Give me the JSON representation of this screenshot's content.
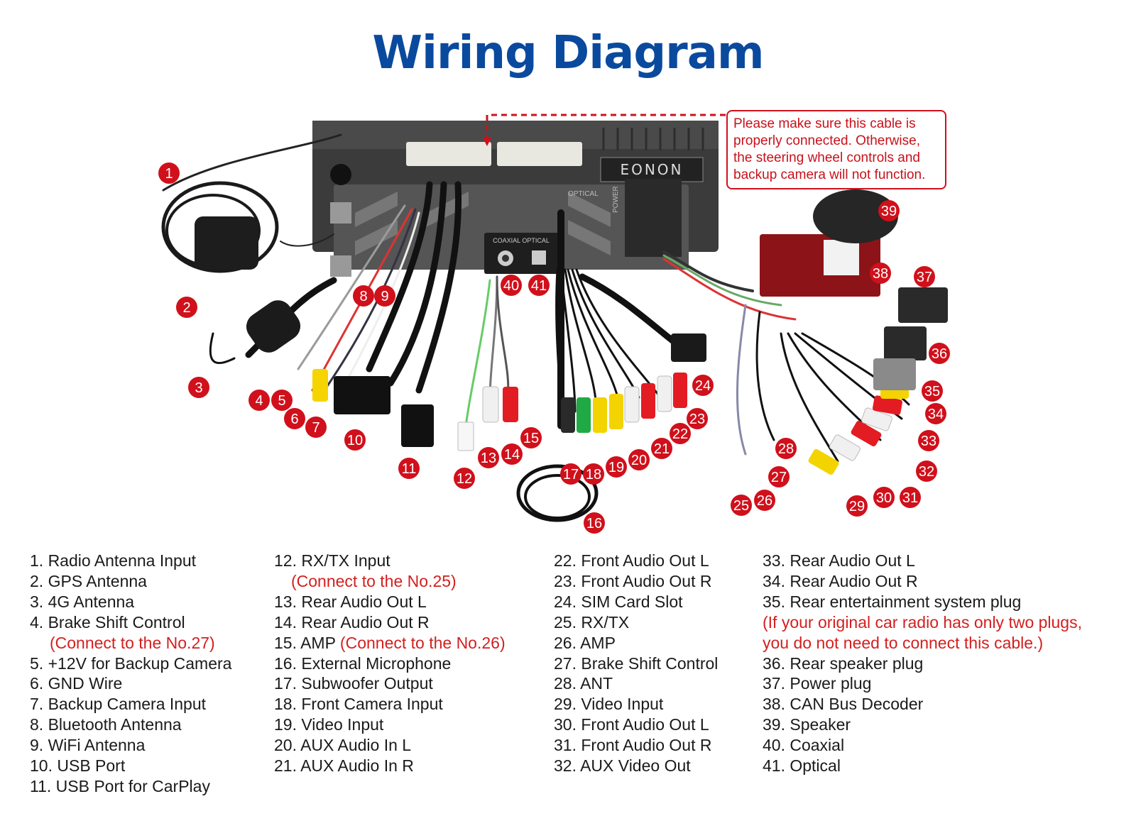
{
  "title": "Wiring Diagram",
  "brand": "EONON",
  "port_labels": {
    "optical": "OPTICAL",
    "coaxial_optical": "COAXIAL OPTICAL",
    "power": "POWER"
  },
  "note": "Please make sure this cable is properly connected. Otherwise, the steering wheel controls and backup camera will not function.",
  "colors": {
    "title": "#0a4a9e",
    "badge": "#d0101b",
    "note": "#c8111a",
    "accent_red": "#d41f1f"
  },
  "legend": {
    "col1": [
      {
        "text": "1. Radio Antenna Input"
      },
      {
        "text": "2. GPS Antenna"
      },
      {
        "text": "3. 4G Antenna"
      },
      {
        "text": "4. Brake Shift Control"
      },
      {
        "text": "(Connect to the No.27)",
        "red": true
      },
      {
        "text": "5. +12V for Backup Camera"
      },
      {
        "text": "6. GND Wire"
      },
      {
        "text": "7. Backup Camera Input"
      },
      {
        "text": "8. Bluetooth Antenna"
      },
      {
        "text": "9. WiFi Antenna"
      },
      {
        "text": "10. USB Port"
      },
      {
        "text": "11. USB Port for CarPlay"
      }
    ],
    "col2": [
      {
        "text": "12. RX/TX Input"
      },
      {
        "text": "(Connect to the No.25)",
        "red": true
      },
      {
        "text": "13. Rear Audio Out L"
      },
      {
        "text": "14. Rear Audio Out R"
      },
      {
        "text": "15. AMP",
        "extra": "(Connect to the No.26)"
      },
      {
        "text": "16. External Microphone"
      },
      {
        "text": "17. Subwoofer Output"
      },
      {
        "text": "18. Front Camera Input"
      },
      {
        "text": "19. Video Input"
      },
      {
        "text": "20. AUX Audio In L"
      },
      {
        "text": "21. AUX Audio In R"
      }
    ],
    "col3": [
      {
        "text": "22. Front Audio Out L"
      },
      {
        "text": "23. Front Audio Out R"
      },
      {
        "text": "24. SIM Card Slot"
      },
      {
        "text": "25. RX/TX"
      },
      {
        "text": "26. AMP"
      },
      {
        "text": "27. Brake Shift Control"
      },
      {
        "text": "28. ANT"
      },
      {
        "text": "29. Video Input"
      },
      {
        "text": "30. Front Audio Out L"
      },
      {
        "text": "31. Front Audio Out R"
      },
      {
        "text": "32. AUX Video Out"
      }
    ],
    "col4": [
      {
        "text": "33. Rear Audio Out L"
      },
      {
        "text": "34. Rear Audio Out R"
      },
      {
        "text": "35. Rear entertainment system plug"
      },
      {
        "text": "(If your original car radio has only two plugs,",
        "red": true
      },
      {
        "text": "you do not need to connect this cable.)",
        "red": true
      },
      {
        "text": "36. Rear speaker plug"
      },
      {
        "text": "37. Power plug"
      },
      {
        "text": "38. CAN Bus Decoder"
      },
      {
        "text": "39. Speaker"
      },
      {
        "text": "40. Coaxial"
      },
      {
        "text": "41. Optical"
      }
    ]
  },
  "badges": [
    "1",
    "2",
    "3",
    "4",
    "5",
    "6",
    "7",
    "8",
    "9",
    "10",
    "11",
    "12",
    "13",
    "14",
    "15",
    "16",
    "17",
    "18",
    "19",
    "20",
    "21",
    "22",
    "23",
    "24",
    "25",
    "26",
    "27",
    "28",
    "29",
    "30",
    "31",
    "32",
    "33",
    "34",
    "35",
    "36",
    "37",
    "38",
    "39",
    "40",
    "41"
  ]
}
